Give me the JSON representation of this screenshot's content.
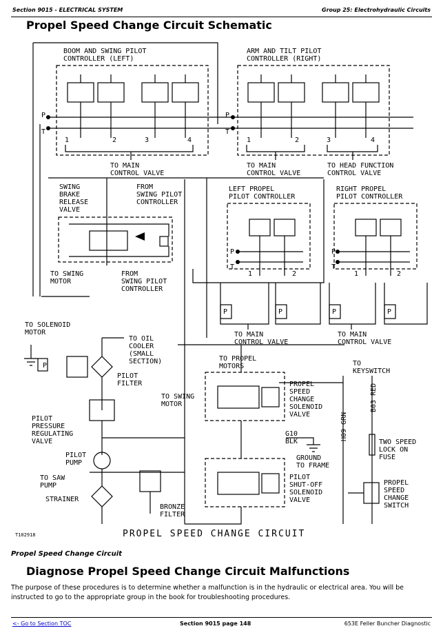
{
  "header": {
    "left": "Section 9015 - ELECTRICAL SYSTEM",
    "right": "Group 25: Electrohydraulic Circuits"
  },
  "title": "Propel Speed Change Circuit Schematic",
  "diagram": {
    "boom_swing_1": "BOOM AND SWING PILOT",
    "boom_swing_2": "CONTROLLER (LEFT)",
    "arm_tilt_1": "ARM AND TILT PILOT",
    "arm_tilt_2": "CONTROLLER (RIGHT)",
    "port_p": "P",
    "port_t": "T",
    "n1": "1",
    "n2": "2",
    "n3": "3",
    "n4": "4",
    "to_main_a1": "TO MAIN",
    "to_main_a2": "CONTROL VALVE",
    "to_main_b1": "TO MAIN",
    "to_main_b2": "CONTROL VALVE",
    "to_head_1": "TO HEAD FUNCTION",
    "to_head_2": "CONTROL VALVE",
    "swing_brake_1": "SWING",
    "swing_brake_2": "BRAKE",
    "swing_brake_3": "RELEASE",
    "swing_brake_4": "VALVE",
    "from_swing_top_1": "FROM",
    "from_swing_top_2": "SWING PILOT",
    "from_swing_top_3": "CONTROLLER",
    "left_propel_1": "LEFT PROPEL",
    "left_propel_2": "PILOT CONTROLLER",
    "right_propel_1": "RIGHT PROPEL",
    "right_propel_2": "PILOT CONTROLLER",
    "to_swing_motor_1": "TO SWING",
    "to_swing_motor_2": "MOTOR",
    "from_swing_bot_1": "FROM",
    "from_swing_bot_2": "SWING PILOT",
    "from_swing_bot_3": "CONTROLLER",
    "to_main_c1": "TO MAIN",
    "to_main_c2": "CONTROL VALVE",
    "to_main_d1": "TO MAIN",
    "to_main_d2": "CONTROL VALVE",
    "to_solenoid_1": "TO SOLENOID",
    "to_solenoid_2": "MOTOR",
    "to_oil_1": "TO OIL",
    "to_oil_2": "COOLER",
    "to_oil_3": "(SMALL",
    "to_oil_4": "SECTION)",
    "pilot_filter_1": "PILOT",
    "pilot_filter_2": "FILTER",
    "to_propel_1": "TO PROPEL",
    "to_propel_2": "MOTORS",
    "to_keyswitch_1": "TO",
    "to_keyswitch_2": "KEYSWITCH",
    "to_swing_motor2_1": "TO SWING",
    "to_swing_motor2_2": "MOTOR",
    "psc_1": "PROPEL",
    "psc_2": "SPEED",
    "psc_3": "CHANGE",
    "psc_4": "SOLENOID",
    "psc_5": "VALVE",
    "wire_h09": "H09 GRN",
    "wire_b03": "B03 RED",
    "ppr_1": "PILOT",
    "ppr_2": "PRESSURE",
    "ppr_3": "REGULATING",
    "ppr_4": "VALVE",
    "g10_1": "G10",
    "g10_2": "BLK",
    "ground_1": "GROUND",
    "ground_2": "TO FRAME",
    "two_speed_1": "TWO SPEED",
    "two_speed_2": "LOCK ON",
    "two_speed_3": "FUSE",
    "pilot_pump_1": "PILOT",
    "pilot_pump_2": "PUMP",
    "to_saw_1": "TO SAW",
    "to_saw_2": "PUMP",
    "strainer": "STRAINER",
    "shutoff_1": "PILOT",
    "shutoff_2": "SHUT-OFF",
    "shutoff_3": "SOLENOID",
    "shutoff_4": "VALVE",
    "psc_switch_1": "PROPEL",
    "psc_switch_2": "SPEED",
    "psc_switch_3": "CHANGE",
    "psc_switch_4": "SWITCH",
    "bronze_1": "BRONZE",
    "bronze_2": "FILTER",
    "figure_id": "T102918",
    "big_caption": "PROPEL SPEED CHANGE CIRCUIT"
  },
  "caption": "Propel Speed Change Circuit",
  "section_title": "Diagnose Propel Speed Change Circuit Malfunctions",
  "paragraph": "The purpose of these procedures is to determine whether a malfunction is in the hydraulic or electrical area. You will be instructed to go to the appropriate group in the book for troubleshooting procedures.",
  "footer": {
    "link": "<- Go to Section TOC",
    "center": "Section 9015 page 148",
    "right": "653E Feller Buncher Diagnostic"
  }
}
